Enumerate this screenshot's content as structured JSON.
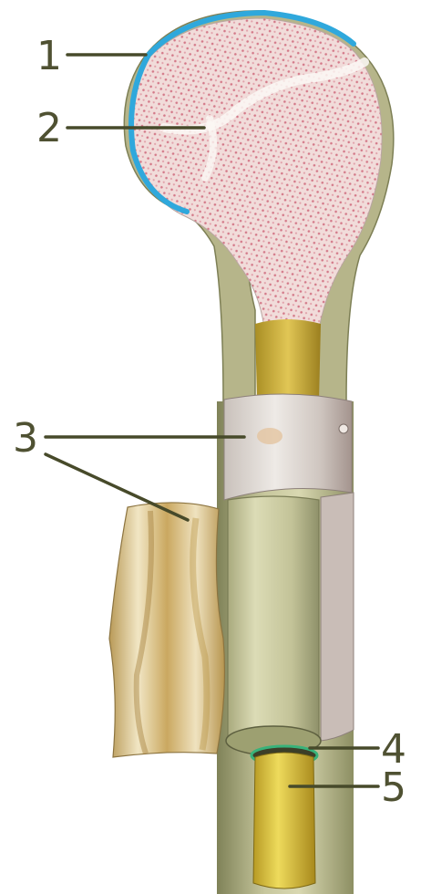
{
  "figure": {
    "labels": {
      "l1": "1",
      "l2": "2",
      "l3": "3",
      "l4": "4",
      "l5": "5"
    },
    "colors": {
      "background": "#ffffff",
      "label_text": "#4f5132",
      "leader_line": "#474a2a",
      "articular_cartilage": "#2fa8dc",
      "endosteum_outline": "#38b27a",
      "spongy_bone": "#efd3d3",
      "spongy_bone_dots": "#c9566c",
      "compact_bone": "#b7b68d",
      "periosteum": "#d7cfc9",
      "periosteum_flap": "#d7b677",
      "medullary_cavity": "#c8a92f",
      "bone_marrow": "#e4cf4d"
    }
  }
}
